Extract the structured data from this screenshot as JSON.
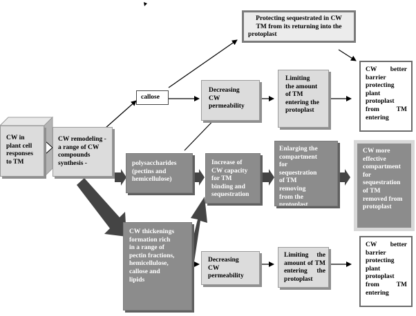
{
  "colors": {
    "light_fill": "#dcdcdc",
    "dark_fill": "#8c8c8c",
    "arrow": "#000000",
    "block_arrow": "#444444"
  },
  "boxes": {
    "cw_in_plant": [
      "CW in",
      "plant cell",
      "responses",
      "to TM"
    ],
    "cw_remodeling": [
      "CW remodeling -",
      "a range of CW",
      "compounds",
      "synthesis -"
    ],
    "callose": [
      "callose"
    ],
    "protecting_sequestrated": [
      "Protecting sequestrated in CW",
      "TM from its returning into the",
      "protoplast"
    ],
    "decreasing_top": [
      "Decreasing",
      "CW",
      "permeability"
    ],
    "limiting_top": [
      "Limiting",
      "the amount",
      "of TM",
      "entering the",
      "protoplast"
    ],
    "barrier_top": [
      "CW better",
      "barrier",
      "protecting",
      "plant",
      "protoplast",
      "from TM",
      "entering"
    ],
    "polysaccharides": [
      "polysaccharides",
      "(pectins and",
      "hemicellulose)"
    ],
    "increase_capacity": [
      "Increase of",
      "CW capacity",
      "for TM",
      "binding and",
      "sequestration"
    ],
    "enlarging": [
      "Enlarging the",
      "compartment",
      "for",
      "sequestration",
      "of TM",
      "removing",
      "from the",
      "protoplast"
    ],
    "effective_compartment": [
      "CW more",
      "effective",
      "compartment",
      "for",
      "sequestration",
      "of TM",
      "removed from",
      "protoplast"
    ],
    "thickenings": [
      "CW thickenings",
      "formation rich",
      "in a range of",
      "pectin fractions,",
      "hemicellulose,",
      "callose and",
      "lipids"
    ],
    "decreasing_bottom": [
      "Decreasing",
      "CW",
      "permeability"
    ],
    "limiting_bottom": [
      "Limiting the",
      "amount of TM",
      "entering the",
      "protoplast"
    ],
    "barrier_bottom": [
      "CW better",
      "barrier",
      "protecting",
      "plant",
      "protoplast",
      "from TM",
      "entering"
    ]
  }
}
